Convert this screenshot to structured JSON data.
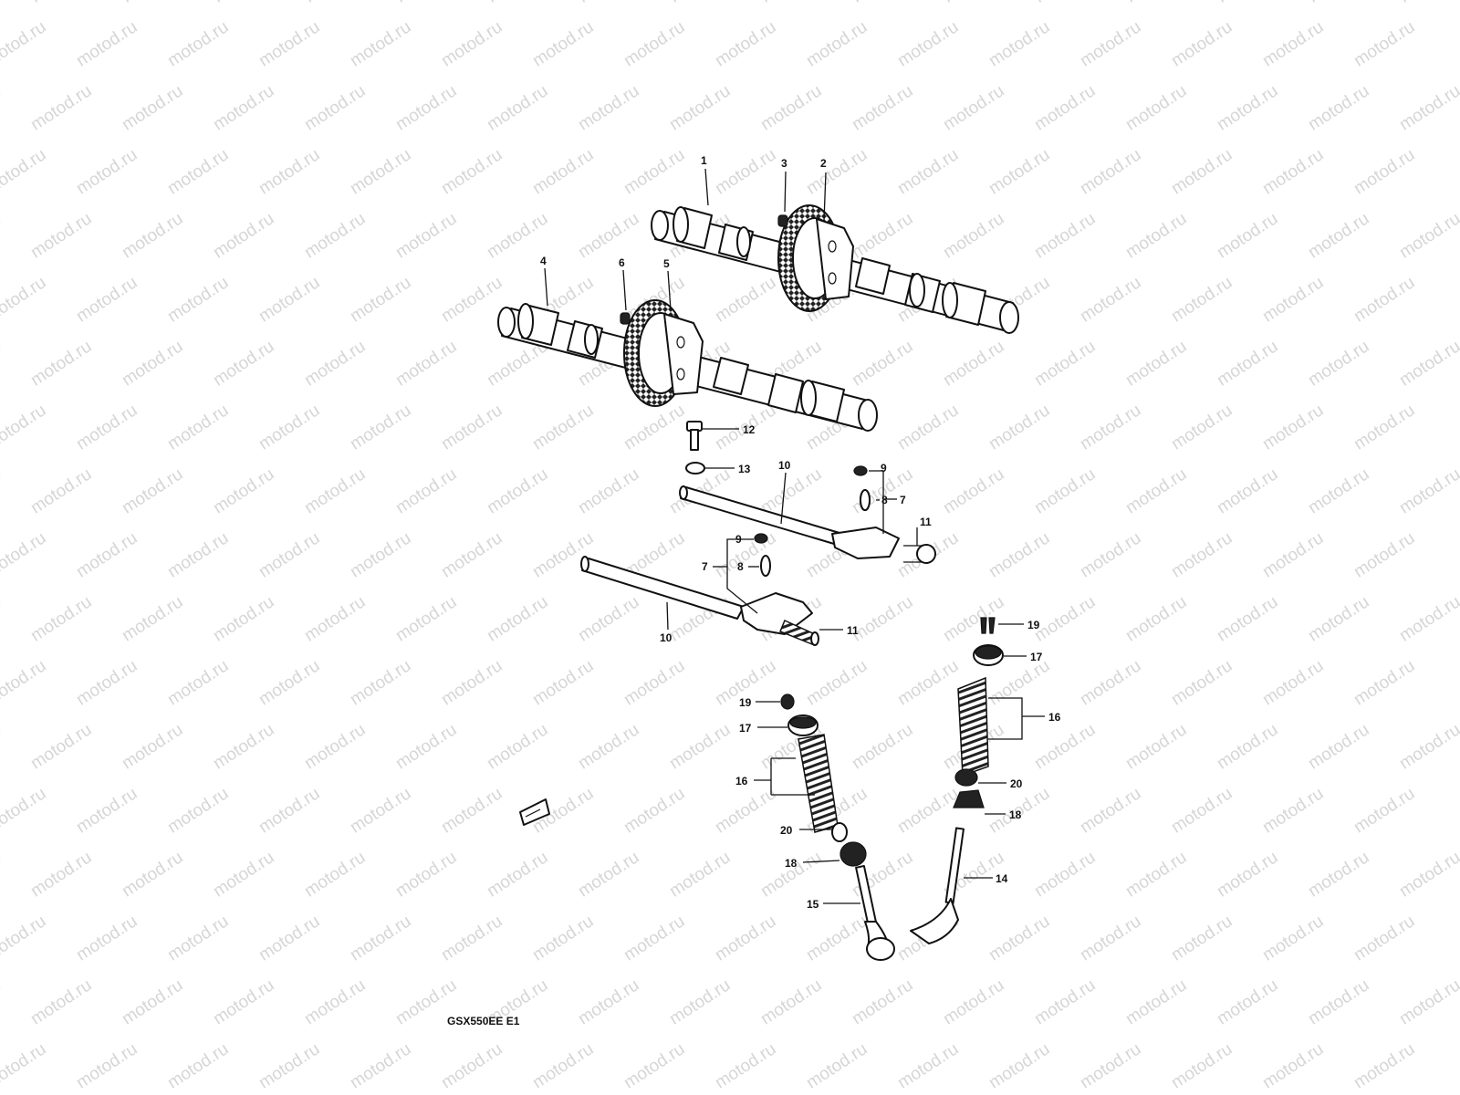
{
  "watermark": {
    "text": "motod.ru"
  },
  "diagram": {
    "code": "GSX550EE E1",
    "labels": [
      {
        "id": "cam-1",
        "text": "1"
      },
      {
        "id": "pin-3",
        "text": "3"
      },
      {
        "id": "sprocket-2",
        "text": "2"
      },
      {
        "id": "cam-4",
        "text": "4"
      },
      {
        "id": "pin-6",
        "text": "6"
      },
      {
        "id": "sprocket-5",
        "text": "5"
      },
      {
        "id": "bolt-12",
        "text": "12"
      },
      {
        "id": "washer-13",
        "text": "13"
      },
      {
        "id": "shaft-10a",
        "text": "10"
      },
      {
        "id": "nut-9a",
        "text": "9"
      },
      {
        "id": "oring-8a",
        "text": "8"
      },
      {
        "id": "arm-7a",
        "text": "7"
      },
      {
        "id": "adj-11a",
        "text": "11"
      },
      {
        "id": "nut-9b",
        "text": "9"
      },
      {
        "id": "arm-7b",
        "text": "7"
      },
      {
        "id": "oring-8b",
        "text": "8"
      },
      {
        "id": "adj-11b",
        "text": "11"
      },
      {
        "id": "shaft-10b",
        "text": "10"
      },
      {
        "id": "cotter-19a",
        "text": "19"
      },
      {
        "id": "ret-17a",
        "text": "17"
      },
      {
        "id": "spring-16a",
        "text": "16"
      },
      {
        "id": "seat-20a",
        "text": "20"
      },
      {
        "id": "seal-18a",
        "text": "18"
      },
      {
        "id": "valve-14",
        "text": "14"
      },
      {
        "id": "cotter-19b",
        "text": "19"
      },
      {
        "id": "ret-17b",
        "text": "17"
      },
      {
        "id": "spring-16b",
        "text": "16"
      },
      {
        "id": "seat-20b",
        "text": "20"
      },
      {
        "id": "seal-18b",
        "text": "18"
      },
      {
        "id": "valve-15",
        "text": "15"
      }
    ]
  }
}
